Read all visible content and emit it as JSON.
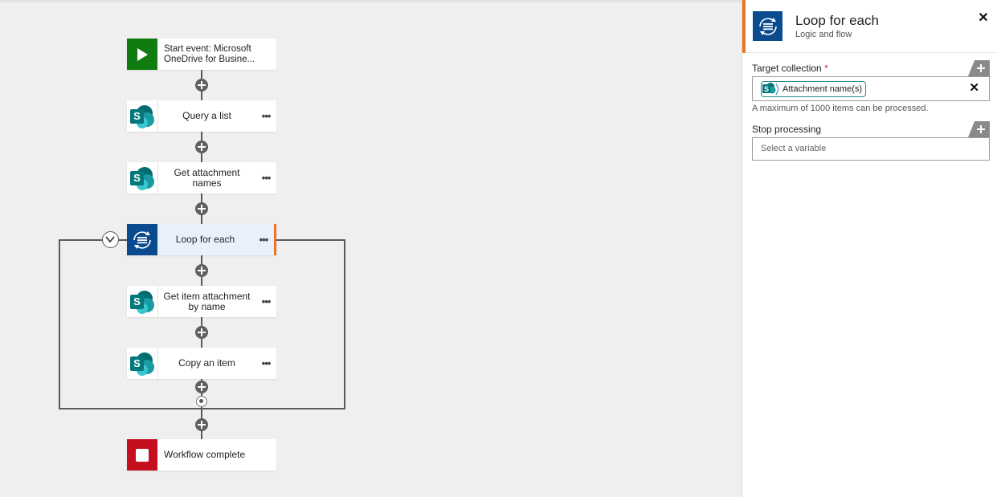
{
  "workflow": {
    "start_label": "Start event: Microsoft OneDrive for Busine...",
    "steps": [
      {
        "label": "Query a list",
        "more": "•••"
      },
      {
        "label": "Get attachment names",
        "more": "•••"
      },
      {
        "label": "Loop for each",
        "more": "•••"
      },
      {
        "label": "Get item attachment by name",
        "more": "•••"
      },
      {
        "label": "Copy an item",
        "more": "•••"
      }
    ],
    "end_label": "Workflow complete"
  },
  "panel": {
    "title": "Loop for each",
    "subtitle": "Logic and flow",
    "close": "✕",
    "target_label": "Target collection",
    "required_mark": "*",
    "target_value": "Attachment name(s)",
    "clear": "✕",
    "hint": "A maximum of 1000 items can be processed.",
    "stop_label": "Stop processing",
    "stop_placeholder": "Select a variable"
  },
  "colors": {
    "start_green": "#107c10",
    "loop_blue": "#0a4a8f",
    "end_red": "#c50f1f",
    "accent_orange": "#e87722"
  }
}
